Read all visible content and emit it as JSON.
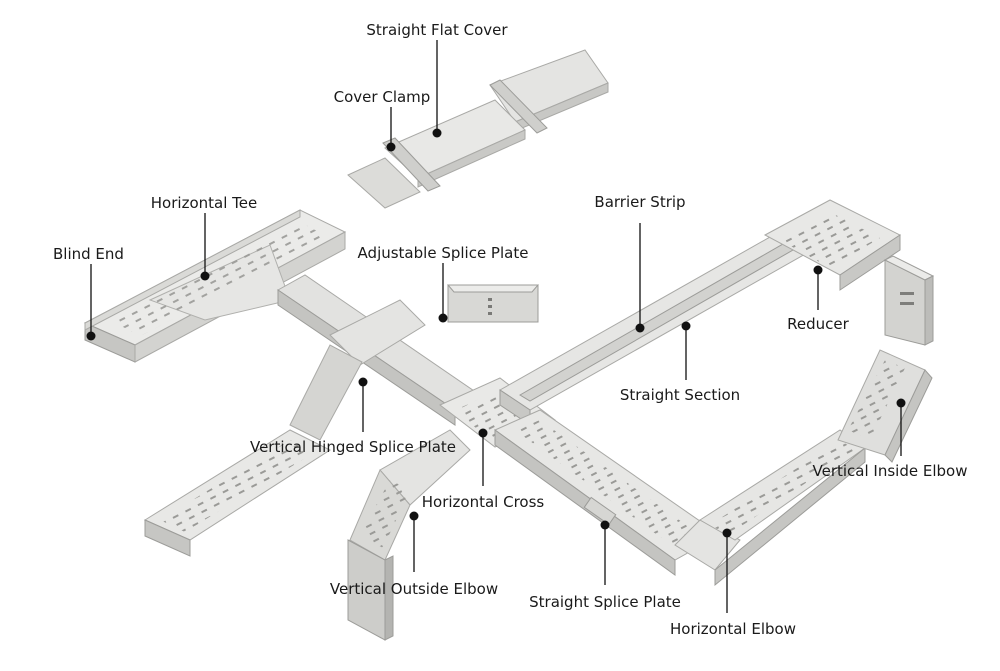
{
  "diagram": {
    "colors": {
      "background": "#ffffff",
      "tray_top": "#e9e9e7",
      "tray_side": "#cfcfcc",
      "tray_dark": "#b4b4b1",
      "tray_edge": "#9c9c99",
      "slot": "#8d8d8a",
      "leader": "#111111"
    },
    "labels": {
      "straight_flat_cover": "Straight Flat Cover",
      "cover_clamp": "Cover Clamp",
      "horizontal_tee": "Horizontal Tee",
      "blind_end": "Blind End",
      "adjustable_splice_plate": "Adjustable Splice Plate",
      "barrier_strip": "Barrier Strip",
      "reducer": "Reducer",
      "straight_section": "Straight Section",
      "vertical_hinged_splice_plate": "Vertical Hinged Splice Plate",
      "vertical_inside_elbow": "Vertical Inside Elbow",
      "horizontal_cross": "Horizontal Cross",
      "vertical_outside_elbow": "Vertical Outside Elbow",
      "straight_splice_plate": "Straight Splice Plate",
      "horizontal_elbow": "Horizontal Elbow"
    }
  }
}
